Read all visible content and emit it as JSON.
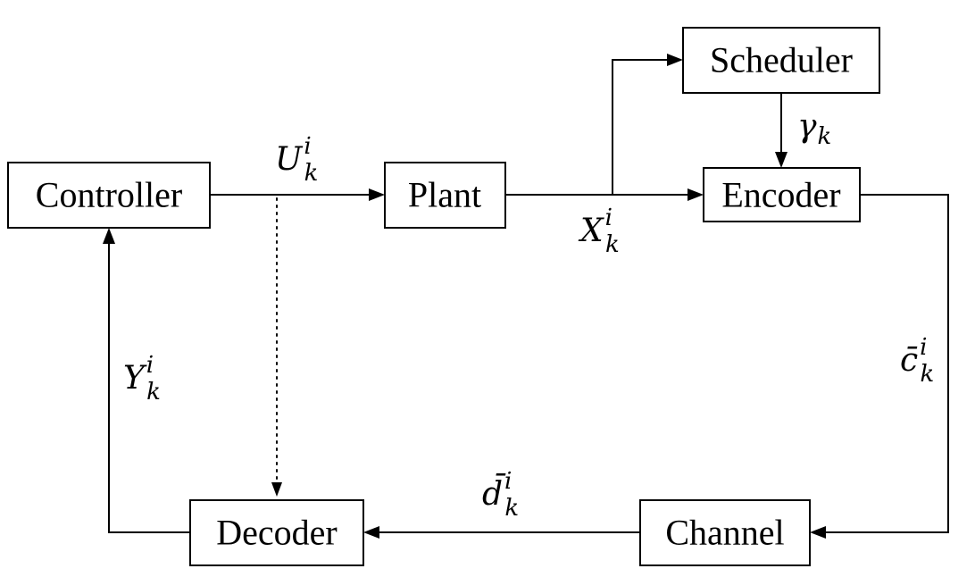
{
  "blocks": {
    "controller": "Controller",
    "plant": "Plant",
    "scheduler": "Scheduler",
    "encoder": "Encoder",
    "channel": "Channel",
    "decoder": "Decoder"
  },
  "signals": {
    "u": {
      "base": "U",
      "sup": "i",
      "sub": "k"
    },
    "x": {
      "base": "X",
      "sup": "i",
      "sub": "k"
    },
    "gamma": {
      "base": "γ",
      "sub": "k"
    },
    "c": {
      "base": "c̄",
      "sup": "i",
      "sub": "k"
    },
    "d": {
      "base": "d̄",
      "sup": "i",
      "sub": "k"
    },
    "y": {
      "base": "Y",
      "sup": "i",
      "sub": "k"
    }
  }
}
